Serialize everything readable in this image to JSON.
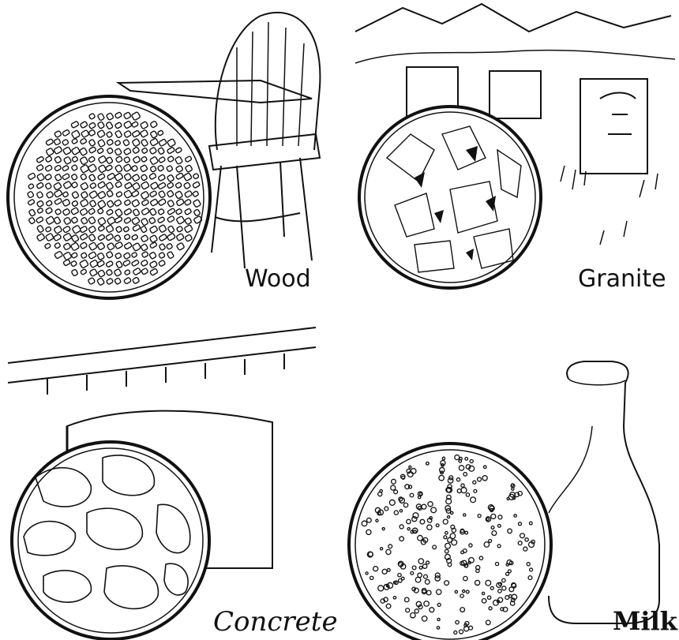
{
  "panels": [
    {
      "id": "wood",
      "label": "Wood"
    },
    {
      "id": "granite",
      "label": "Granite"
    },
    {
      "id": "concrete",
      "label": "Concrete"
    },
    {
      "id": "milk",
      "label": "Milk"
    }
  ],
  "colors": {
    "ink": "#111111",
    "paper": "#ffffff"
  }
}
